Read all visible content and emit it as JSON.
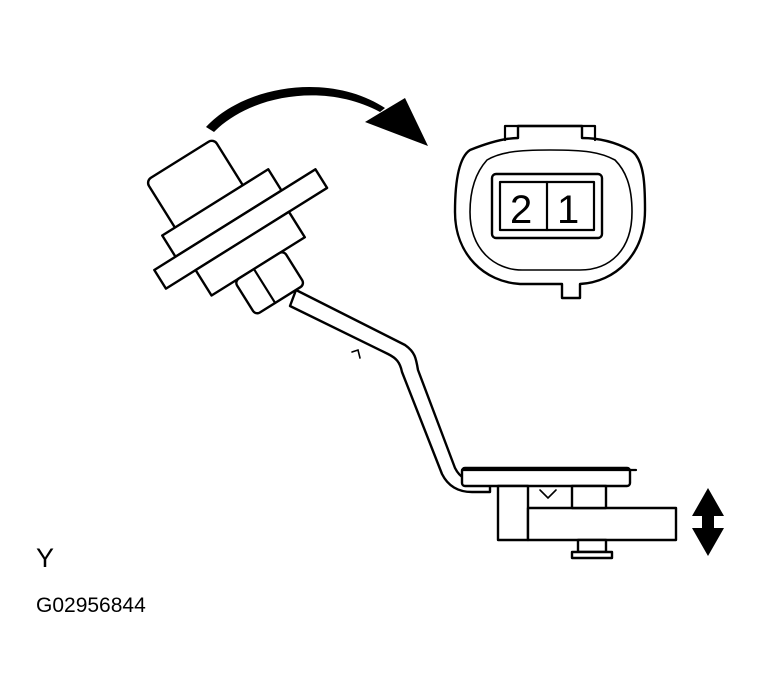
{
  "figure": {
    "view_label": "Y",
    "figure_code": "G02956844"
  },
  "connector": {
    "pins": [
      "2",
      "1"
    ]
  },
  "icons": [
    "rotation-arrow-icon",
    "up-down-arrow-icon"
  ]
}
